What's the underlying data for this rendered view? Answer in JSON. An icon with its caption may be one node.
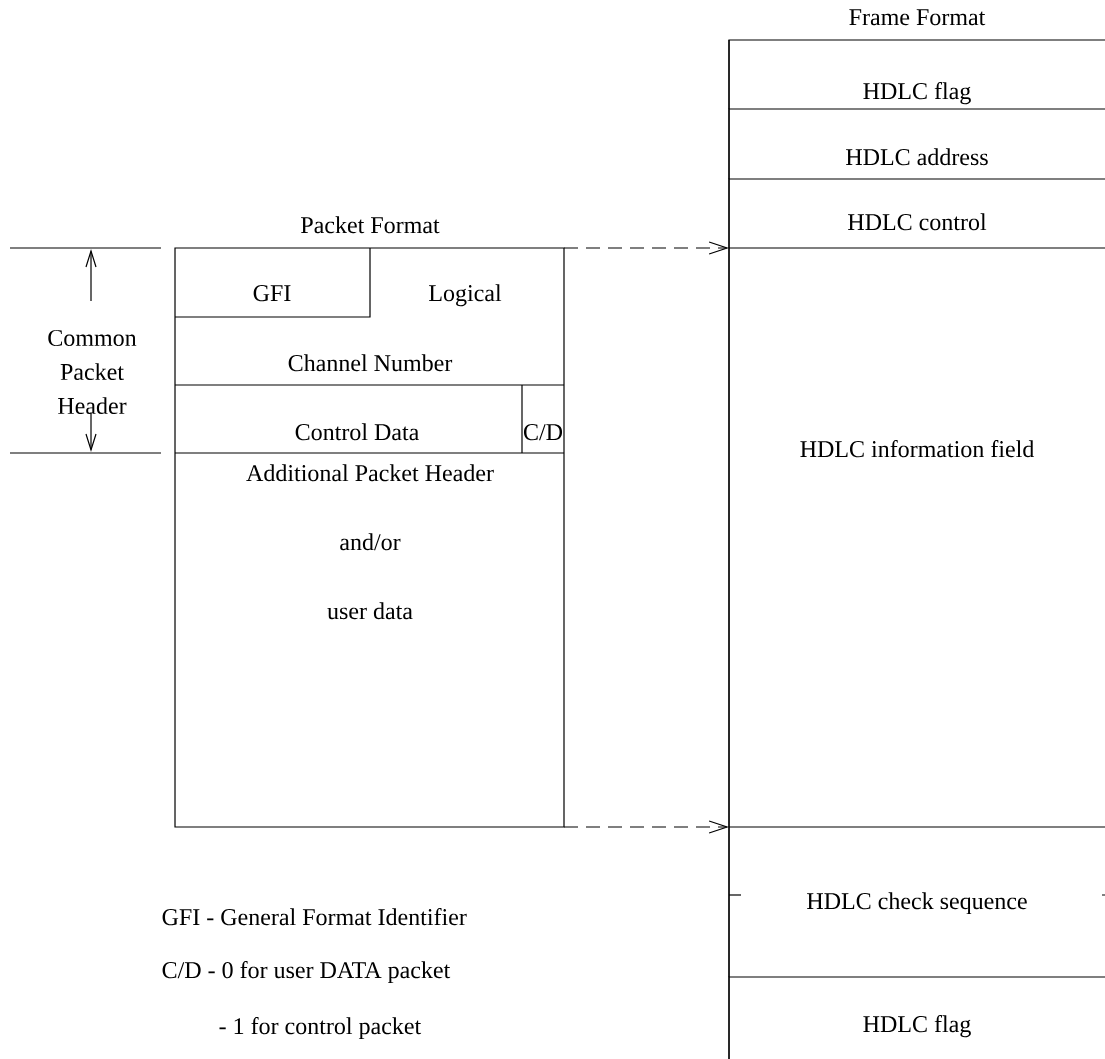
{
  "diagram": {
    "nodes": [
      {
        "text": [
          "Packet Format"
        ]
      },
      {
        "text": [
          "GFI"
        ],
        "in": 0
      },
      {
        "text": [
          "Logical",
          "Channel Number"
        ],
        "in": 0
      },
      {
        "text": [
          "Control Data"
        ],
        "in": 0
      },
      {
        "text": [
          "C/D"
        ],
        "in": 0
      },
      {
        "text": [
          "Additional Packet Header",
          "and/or",
          "user data"
        ],
        "in": 0
      },
      {
        "text": [
          "Frame Format"
        ]
      },
      {
        "text": [
          "HDLC flag"
        ],
        "in": 6
      },
      {
        "text": [
          "HDLC address"
        ],
        "in": 6
      },
      {
        "text": [
          "HDLC control"
        ],
        "in": 6
      },
      {
        "text": [
          "HDLC information field"
        ],
        "in": 6
      },
      {
        "text": [
          "HDLC check sequence"
        ],
        "in": 6
      },
      {
        "text": [
          "HDLC flag"
        ],
        "in": 6
      }
    ],
    "edges": [
      {
        "from": 0,
        "to": 10,
        "arrow": "to",
        "style": "dashed"
      },
      {
        "from": 0,
        "to": 10,
        "arrow": "to",
        "style": "dashed"
      }
    ],
    "labels": [
      "Common Packet Header",
      "GFI - General Format Identifier",
      "C/D - 0 for user DATA packet",
      "- 1 for control packet"
    ]
  }
}
